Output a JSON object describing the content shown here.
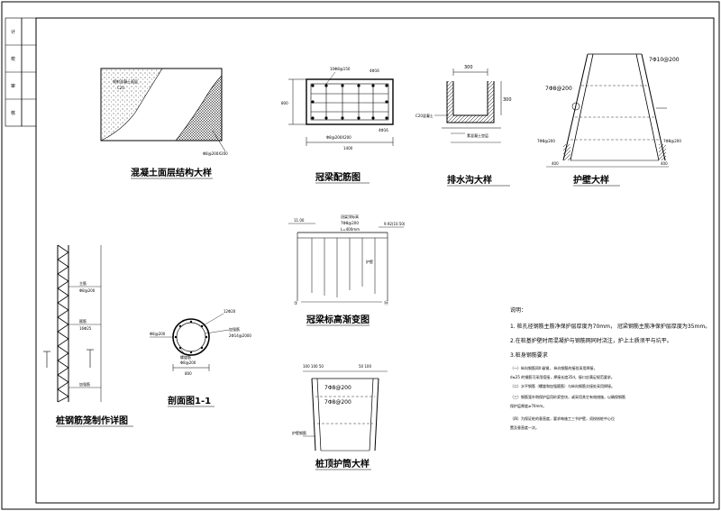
{
  "side_strip": [
    "计",
    "校",
    "审",
    "核"
  ],
  "drawings": {
    "concrete": {
      "title": "混凝土面层结构大样",
      "inner_text": "喷射混凝土面层",
      "inner_text2": "C20",
      "mesh_label": "Φ8@200X200"
    },
    "cap_beam": {
      "title": "冠梁配筋图",
      "top_label": "10Φ8@150",
      "r1": "4Φ16",
      "r2": "4Φ16",
      "bottom_label": "Φ8@200X200",
      "width": "1400",
      "height": "800"
    },
    "drain": {
      "title": "排水沟大样",
      "dim_top": "300",
      "dim_right": "300",
      "left_label": "C20混凝土",
      "bottom_label": "素混凝土垫层"
    },
    "wall": {
      "title": "护壁大样",
      "top_right": "7Φ10@200",
      "left_label": "7Φ8@200",
      "bottom_left": "7Φ8@200",
      "bottom_right": "7Φ8@200",
      "l1": "400",
      "l2": "400"
    },
    "cage": {
      "title": "桩钢筋笼制作详图",
      "l1": "主筋",
      "l2": "箍筋",
      "l3": "加强筋",
      "l4": "16Φ25",
      "l5": "Φ8@200"
    },
    "section": {
      "title": "剖面图1-1",
      "l1": "12Φ20",
      "l2": "加强筋",
      "l3": "2Φ14@2000",
      "l4": "螺旋筋",
      "l5": "Φ8@200",
      "dim": "800"
    },
    "elevation": {
      "title": "冠梁标高渐变图",
      "left": "11.00",
      "right": "9.92(10.50)",
      "top1": "冠梁顶标高",
      "top2": "7Φ8@200",
      "top3": "L=400mm",
      "marker1": "①",
      "marker2": "⑭",
      "mid": "护壁"
    },
    "pile_top": {
      "title": "桩顶护筒大样",
      "dims": "100 100 50",
      "dims2": "50 100",
      "l1": "7Φ8@200",
      "l2": "7Φ8@200",
      "side": "护壁钢筋"
    }
  },
  "notes": {
    "heading": "说明：",
    "lines": [
      "1.  桩孔径钢筋主筋净保护层厚度为70mm，  冠梁钢筋主筋净保护层厚度为35mm。",
      "2.在桩基护壁时用混凝护与钢筋网同时浇注，护上土质须平与坑平。",
      "3.桩身钢筋要求",
      "（一）纵向钢筋同Ⅱ  级钢，  纵向钢筋的接驳采用焊接，",
      "d≤25  的钢筋可采用搭接，焊接长度35d，接口应满足规范要求。",
      "（二）水平钢筋（螺旋和加强箍筋）与纵向钢筋交接处采用焊接。",
      "（三）钢筋笼外侧保护层用砂浆垫块，或采用其它有效措施，以确保钢筋",
      "    保护层厚度≥70mm。",
      "（四）为保证桩的垂直度，要求每施工三节护壁，须校核桩中心位",
      "    置及垂直度一次。"
    ]
  }
}
